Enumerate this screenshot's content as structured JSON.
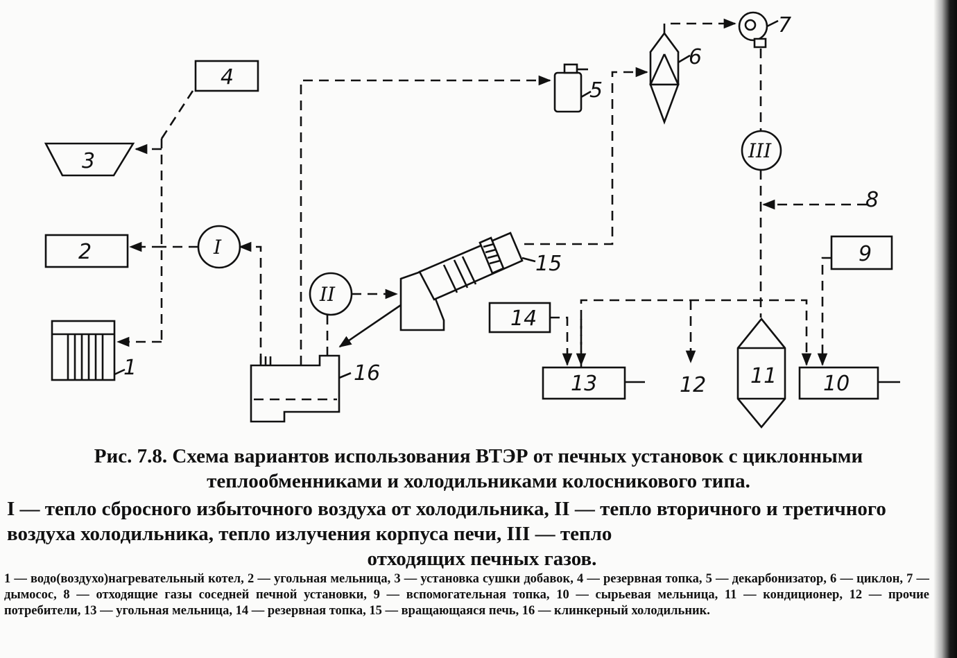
{
  "figure": {
    "labels": {
      "n1": "1",
      "n2": "2",
      "n3": "3",
      "n4": "4",
      "n5": "5",
      "n6": "6",
      "n7": "7",
      "n8": "8",
      "n9": "9",
      "n10": "10",
      "n11": "11",
      "n12": "12",
      "n13": "13",
      "n14": "14",
      "n15": "15",
      "n16": "16",
      "rI": "I",
      "rII": "II",
      "rIII": "III"
    }
  },
  "caption": {
    "title_line1": "Рис. 7.8. Схема вариантов использования ВТЭР от печных установок с циклонными",
    "title_line2": "теплообменниками и холодильниками колосникового типа.",
    "legend_roman_main": "I — тепло сбросного избыточного воздуха от холодильника, II — тепло вторичного и третичного воздуха холодильника, тепло излучения корпуса печи, III — тепло",
    "legend_roman_last": "отходящих печных газов.",
    "legend_numbers": "1 — водо(воздухо)нагревательный котел, 2 — угольная мельница, 3 — установка сушки добавок, 4 — резервная топка, 5 — декарбонизатор, 6 — циклон, 7 — дымосос, 8 — отходящие газы соседней печной установки, 9 — вспомогательная топка, 10 — сырьевая мельница, 11 — кондиционер, 12 — прочие потребители, 13 — угольная мельница, 14 — резервная топка, 15 — вращающаяся печь, 16 — клинкерный холодильник."
  }
}
